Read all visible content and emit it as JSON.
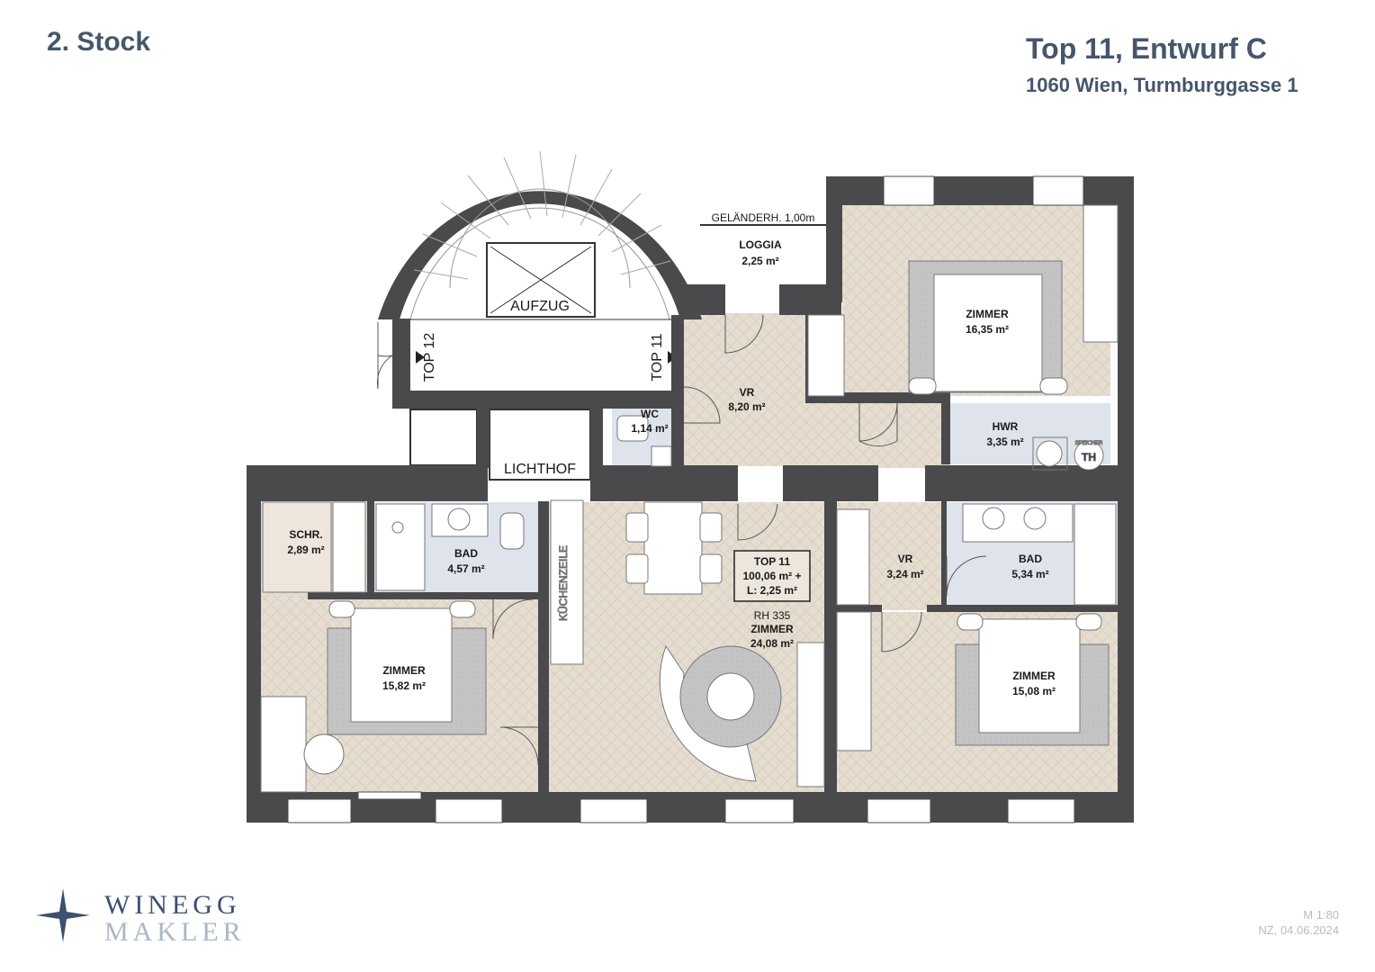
{
  "header": {
    "floor": "2. Stock",
    "title": "Top 11, Entwurf C",
    "address": "1060 Wien, Turmburggasse 1"
  },
  "plan": {
    "labels": {
      "aufzug": "AUFZUG",
      "top12": "TOP 12",
      "top11": "TOP 11",
      "lichthof": "LICHTHOF",
      "gelaender": "GELÄNDERH. 1,00m",
      "kuechenzeile": "KÜCHENZEILE",
      "rh": "RH 335",
      "th": "TH",
      "speicher": "SPEICHER"
    },
    "rooms": {
      "loggia": {
        "name": "LOGGIA",
        "area": "2,25 m²"
      },
      "zimmer_ne": {
        "name": "ZIMMER",
        "area": "16,35 m²"
      },
      "vr_top": {
        "name": "VR",
        "area": "8,20 m²"
      },
      "wc": {
        "name": "WC",
        "area": "1,14 m²"
      },
      "hwr": {
        "name": "HWR",
        "area": "3,35 m²"
      },
      "schr": {
        "name": "SCHR.",
        "area": "2,89 m²"
      },
      "bad_left": {
        "name": "BAD",
        "area": "4,57 m²"
      },
      "zimmer_sw": {
        "name": "ZIMMER",
        "area": "15,82 m²"
      },
      "zimmer_center": {
        "name": "ZIMMER",
        "area": "24,08 m²"
      },
      "vr_right": {
        "name": "VR",
        "area": "3,24 m²"
      },
      "bad_right": {
        "name": "BAD",
        "area": "5,34 m²"
      },
      "zimmer_se": {
        "name": "ZIMMER",
        "area": "15,08 m²"
      }
    },
    "summary": {
      "line1": "TOP 11",
      "line2": "100,06 m² +",
      "line3": "L: 2,25 m²"
    }
  },
  "logo": {
    "line1": "WINEGG",
    "line2": "MAKLER"
  },
  "footer": {
    "scale": "M 1:80",
    "date": "NZ, 04.06.2024"
  },
  "colors": {
    "wall": "#4a4a4c",
    "floor_wood": "#e6ddd1",
    "floor_wet": "#dfe3ec",
    "rug": "#c9c9c9",
    "text_header": "#46566b"
  }
}
